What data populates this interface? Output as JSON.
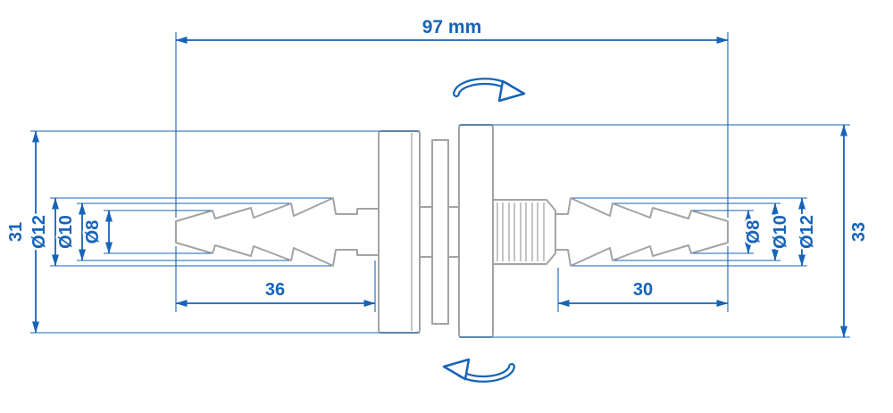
{
  "diagram": {
    "dimensions": {
      "overall": "97 mm",
      "left_section": "36",
      "right_section": "30",
      "left_flange": "31",
      "right_flange": "33"
    },
    "left_diameters": [
      "Ø12",
      "Ø10",
      "Ø8"
    ],
    "right_diameters": [
      "Ø8",
      "Ø10",
      "Ø12"
    ],
    "colors": {
      "dimension_blue": "#1763b8",
      "part_gray": "#a3a3a3"
    }
  }
}
